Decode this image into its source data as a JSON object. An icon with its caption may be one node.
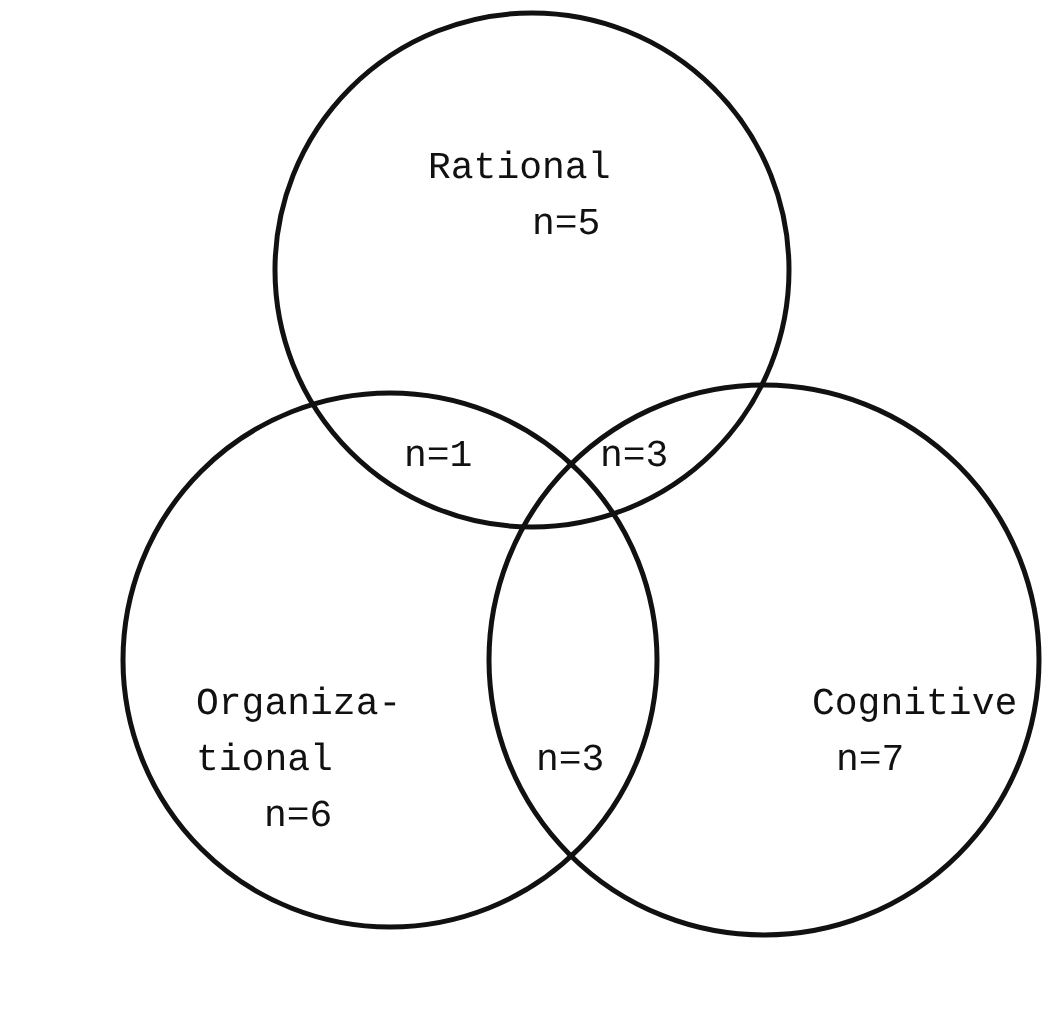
{
  "diagram": {
    "nodes": [
      {
        "text": [
          "Rational",
          "n=5"
        ]
      },
      {
        "text": [
          "Organiza- tional",
          "n=6"
        ]
      },
      {
        "text": [
          "Cognitive",
          "n=7"
        ]
      }
    ],
    "labels": [
      "n=1",
      "n=3",
      "n=3"
    ]
  }
}
